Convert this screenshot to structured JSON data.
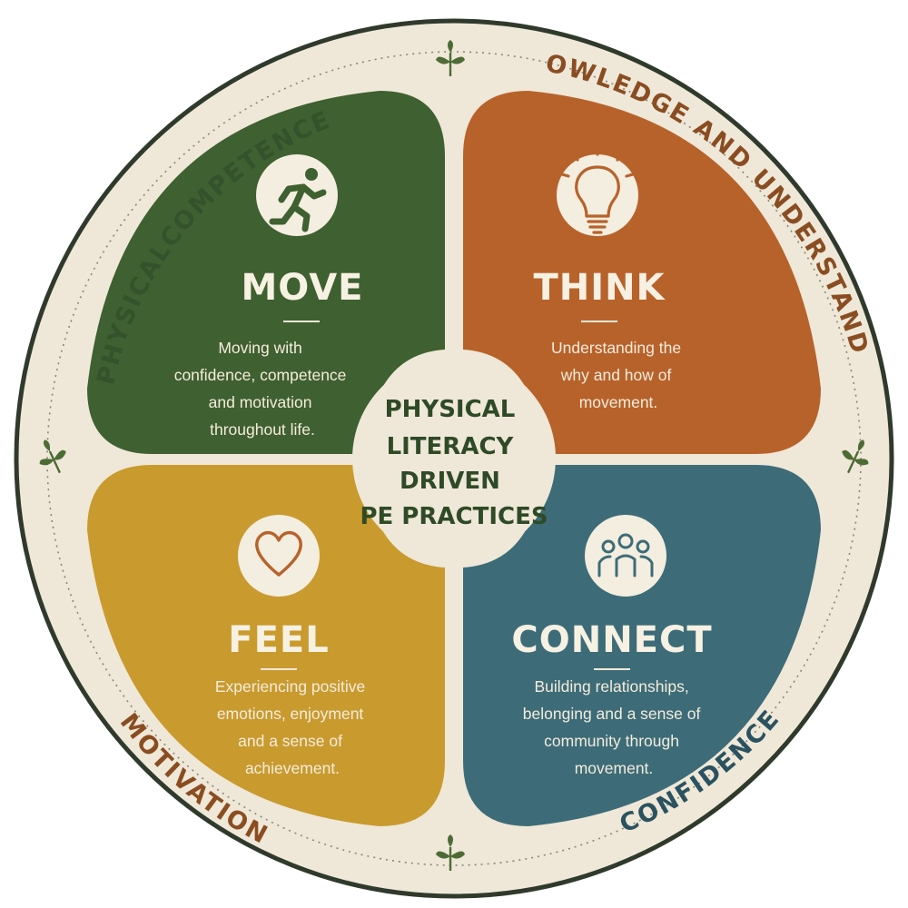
{
  "center": {
    "lines": [
      "PHYSICAL",
      "LITERACY",
      "DRIVEN",
      "PE PRACTICES"
    ]
  },
  "quadrants": [
    {
      "key": "move",
      "title": "MOVE",
      "icon": "running-person-icon",
      "color": "#3f6030",
      "description": [
        "Moving with",
        "confidence, competence",
        "and motivation",
        "throughout life."
      ]
    },
    {
      "key": "think",
      "title": "THINK",
      "icon": "lightbulb-icon",
      "color": "#b8622b",
      "description": [
        "Understanding the",
        "why and how of",
        "movement."
      ]
    },
    {
      "key": "feel",
      "title": "FEEL",
      "icon": "heart-icon",
      "color": "#c99a2e",
      "description": [
        "Experiencing positive",
        "emotions, enjoyment",
        "and a sense of",
        "achievement."
      ]
    },
    {
      "key": "connect",
      "title": "CONNECT",
      "icon": "people-group-icon",
      "color": "#3d6c78",
      "description": [
        "Building relationships,",
        "belonging and a sense of",
        "community through",
        "movement."
      ]
    }
  ],
  "ring_labels": {
    "top_left": "PHYSICALCOMPETENCE",
    "top_right": "KNOWLEDGE AND UNDERSTANDING",
    "bottom_left": "MOTIVATION",
    "bottom_right": "CONFIDENCE"
  },
  "colors": {
    "background": "#ffffff",
    "ring_fill": "#efe8d8",
    "ring_border": "#2f3a2c",
    "ring_text_green": "#34522b",
    "ring_text_brown": "#8a4d22",
    "ring_text_teal": "#2a5260",
    "leaf": "#4d6b35"
  }
}
